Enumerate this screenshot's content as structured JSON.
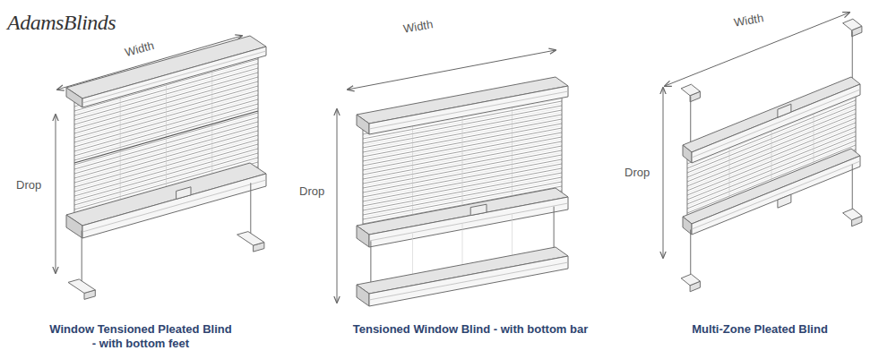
{
  "diagram": {
    "labels": [
      "AdamsBlinds",
      "Width",
      "Drop",
      "Width",
      "Drop",
      "Width",
      "Drop",
      "Window Tensioned Pleated Blind - with bottom feet",
      "Tensioned Window Blind - with bottom bar",
      "Multi-Zone Pleated Blind"
    ]
  }
}
